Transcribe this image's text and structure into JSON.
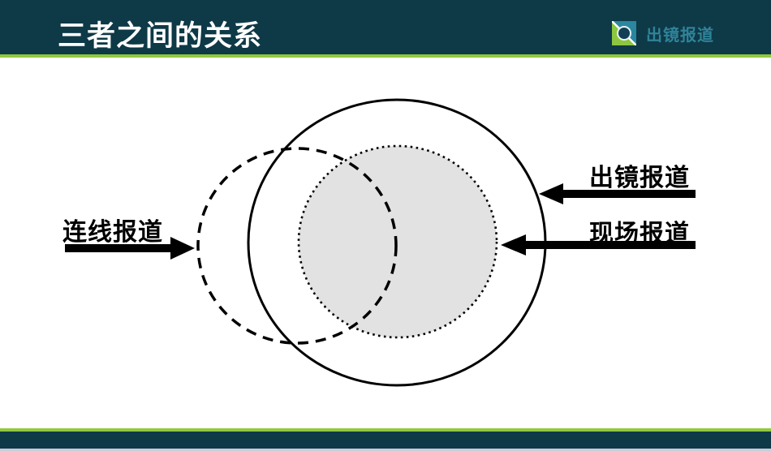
{
  "header": {
    "title": "三者之间的关系",
    "logo_text": "出镜报道"
  },
  "diagram": {
    "type": "venn",
    "circles": [
      {
        "name": "outer-solid",
        "style": "solid outline",
        "fill": "none"
      },
      {
        "name": "left-dashed",
        "style": "dashed outline",
        "fill": "none"
      },
      {
        "name": "inner-dotted",
        "style": "dotted outline",
        "fill": "#e2e2e2"
      }
    ],
    "labels": {
      "left": "连线报道",
      "right_top": "出镜报道",
      "right_bottom": "现场报道"
    }
  },
  "colors": {
    "header_bg": "#0e3947",
    "accent_green": "#92c83e",
    "logo_teal": "#2f8399",
    "logo_green": "#8dc63f",
    "logo_lens": "#123f55",
    "circle_fill": "#e2e2e2",
    "footer_strip": "#c9ccd9",
    "label_text": "#000000",
    "title_text": "#ffffff"
  }
}
